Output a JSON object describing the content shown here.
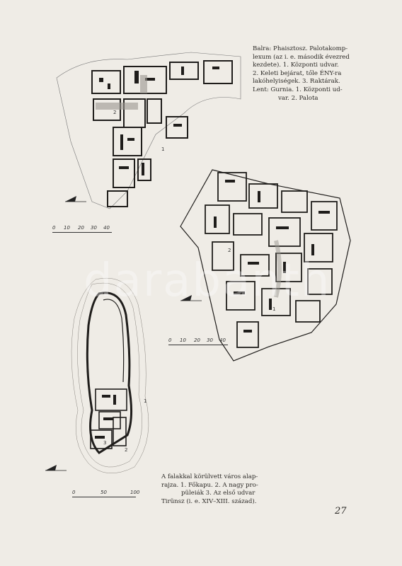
{
  "captions": {
    "top_lines": [
      "Balra: Phaisztosz. Palotakomp-",
      "lexum (az i. e. második évezred",
      "kezdete). 1. Központi udvar.",
      "2. Keleti bejárat, tőle ÉNY-ra",
      "lakóhelyiségek. 3. Raktárak.",
      "Lent: Gurnia. 1. Központi ud-",
      "var. 2. Palota"
    ],
    "bottom_lines": [
      "A falakkal körülvett város alap-",
      "rajza. 1. Főkapu. 2. A nagy pro-",
      "püleiák 3. Az első udvar",
      "Tirünsz (i. e. XIV–XIII. század)."
    ]
  },
  "page_number": "27",
  "watermark": "darabanth",
  "maps": {
    "phaistos": {
      "labels": [
        "1",
        "2"
      ],
      "scale": [
        "0",
        "10",
        "20",
        "30",
        "40"
      ]
    },
    "gournia": {
      "labels": [
        "1",
        "2"
      ],
      "scale": [
        "0",
        "10",
        "20",
        "30",
        "40"
      ]
    },
    "tiryns": {
      "labels": [
        "1",
        "2",
        "3"
      ],
      "scale": [
        "0",
        "50",
        "100"
      ]
    }
  },
  "colors": {
    "paper": "#efece6",
    "ink": "#2a2826"
  }
}
